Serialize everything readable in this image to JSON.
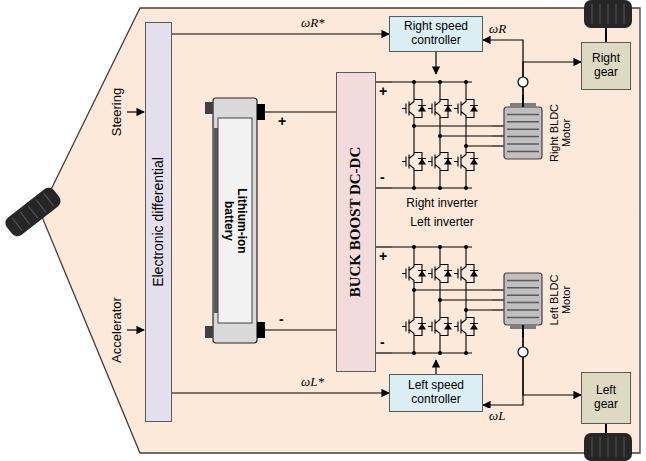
{
  "diagram": {
    "nodes": [
      {
        "text": [
          "Electronic differential"
        ]
      },
      {
        "text": [
          "Lithium-ion battery"
        ]
      },
      {
        "text": [
          "BUCK BOOST DC-DC"
        ]
      },
      {
        "text": [
          "Right speed controller"
        ]
      },
      {
        "text": [
          "Right inverter"
        ]
      },
      {
        "text": [
          "Right BLDC Motor"
        ]
      },
      {
        "text": [
          "Right gear"
        ]
      },
      {
        "text": [
          "Left inverter"
        ]
      },
      {
        "text": [
          "Left BLDC Motor"
        ]
      },
      {
        "text": [
          "Left speed controller"
        ]
      },
      {
        "text": [
          "Left gear"
        ]
      }
    ],
    "edges": [
      {
        "from": 0,
        "to": 3,
        "arrow": "to",
        "label": "ωR*"
      },
      {
        "from": 0,
        "to": 9,
        "arrow": "to",
        "label": "ωL*"
      },
      {
        "from": 1,
        "to": 2,
        "arrow": "none"
      },
      {
        "from": 1,
        "to": 2,
        "arrow": "none"
      },
      {
        "from": 2,
        "to": 4,
        "arrow": "none"
      },
      {
        "from": 2,
        "to": 4,
        "arrow": "none"
      },
      {
        "from": 2,
        "to": 7,
        "arrow": "none"
      },
      {
        "from": 2,
        "to": 7,
        "arrow": "none"
      },
      {
        "from": 3,
        "to": 4,
        "arrow": "to"
      },
      {
        "from": 4,
        "to": 5,
        "arrow": "none"
      },
      {
        "from": 5,
        "to": 6,
        "arrow": "to"
      },
      {
        "from": 5,
        "to": 3,
        "arrow": "to",
        "label": "ωR"
      },
      {
        "from": 9,
        "to": 7,
        "arrow": "to"
      },
      {
        "from": 7,
        "to": 8,
        "arrow": "none"
      },
      {
        "from": 8,
        "to": 10,
        "arrow": "to"
      },
      {
        "from": 8,
        "to": 9,
        "arrow": "to",
        "label": "ωL"
      }
    ],
    "labels": [
      "Steering",
      "Accelerator",
      "+",
      "-",
      "+",
      "-",
      "+",
      "-"
    ]
  }
}
